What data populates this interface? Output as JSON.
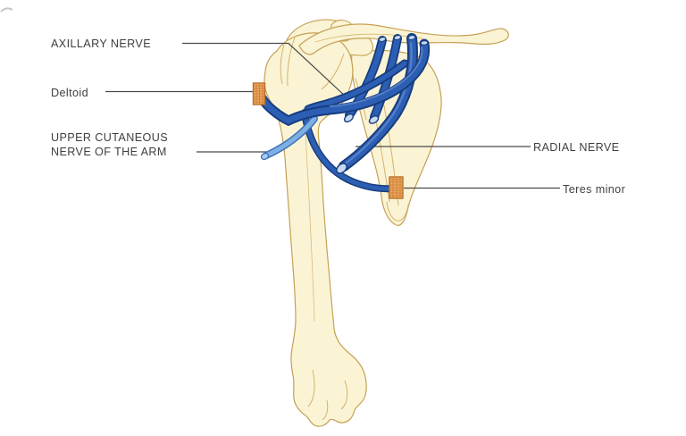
{
  "figure": {
    "kind": "anatomical-diagram",
    "subject": "Shoulder region showing axillary and radial nerves with humerus, scapula and clavicle",
    "background_color": "#ffffff"
  },
  "labels": {
    "axillary_nerve": "AXILLARY NERVE",
    "deltoid": "Deltoid",
    "upper_cutaneous_line1": "UPPER CUTANEOUS",
    "upper_cutaneous_line2": "NERVE OF THE ARM",
    "radial_nerve": "RADIAL NERVE",
    "teres_minor": "Teres minor"
  },
  "colors": {
    "bone_fill": "#FAF4D5",
    "bone_outline": "#C6A055",
    "bone_inner_line": "#D5B269",
    "nerve_dark_fill": "#2C5FB4",
    "nerve_dark_outline": "#173C7E",
    "nerve_highlight": "#5A85CC",
    "nerve_cut_face": "#C5DAF2",
    "nerve_light_fill": "#7FB0E4",
    "nerve_light_outline": "#3E74B8",
    "nerve_light_tip": "#A9CBEE",
    "muscle_marker_fill": "#EDA55F",
    "muscle_marker_hatch": "#C67B2F",
    "muscle_marker_border": "#B96F25",
    "leader_line": "#4A4A4A",
    "label_text": "#3F3F3F"
  }
}
